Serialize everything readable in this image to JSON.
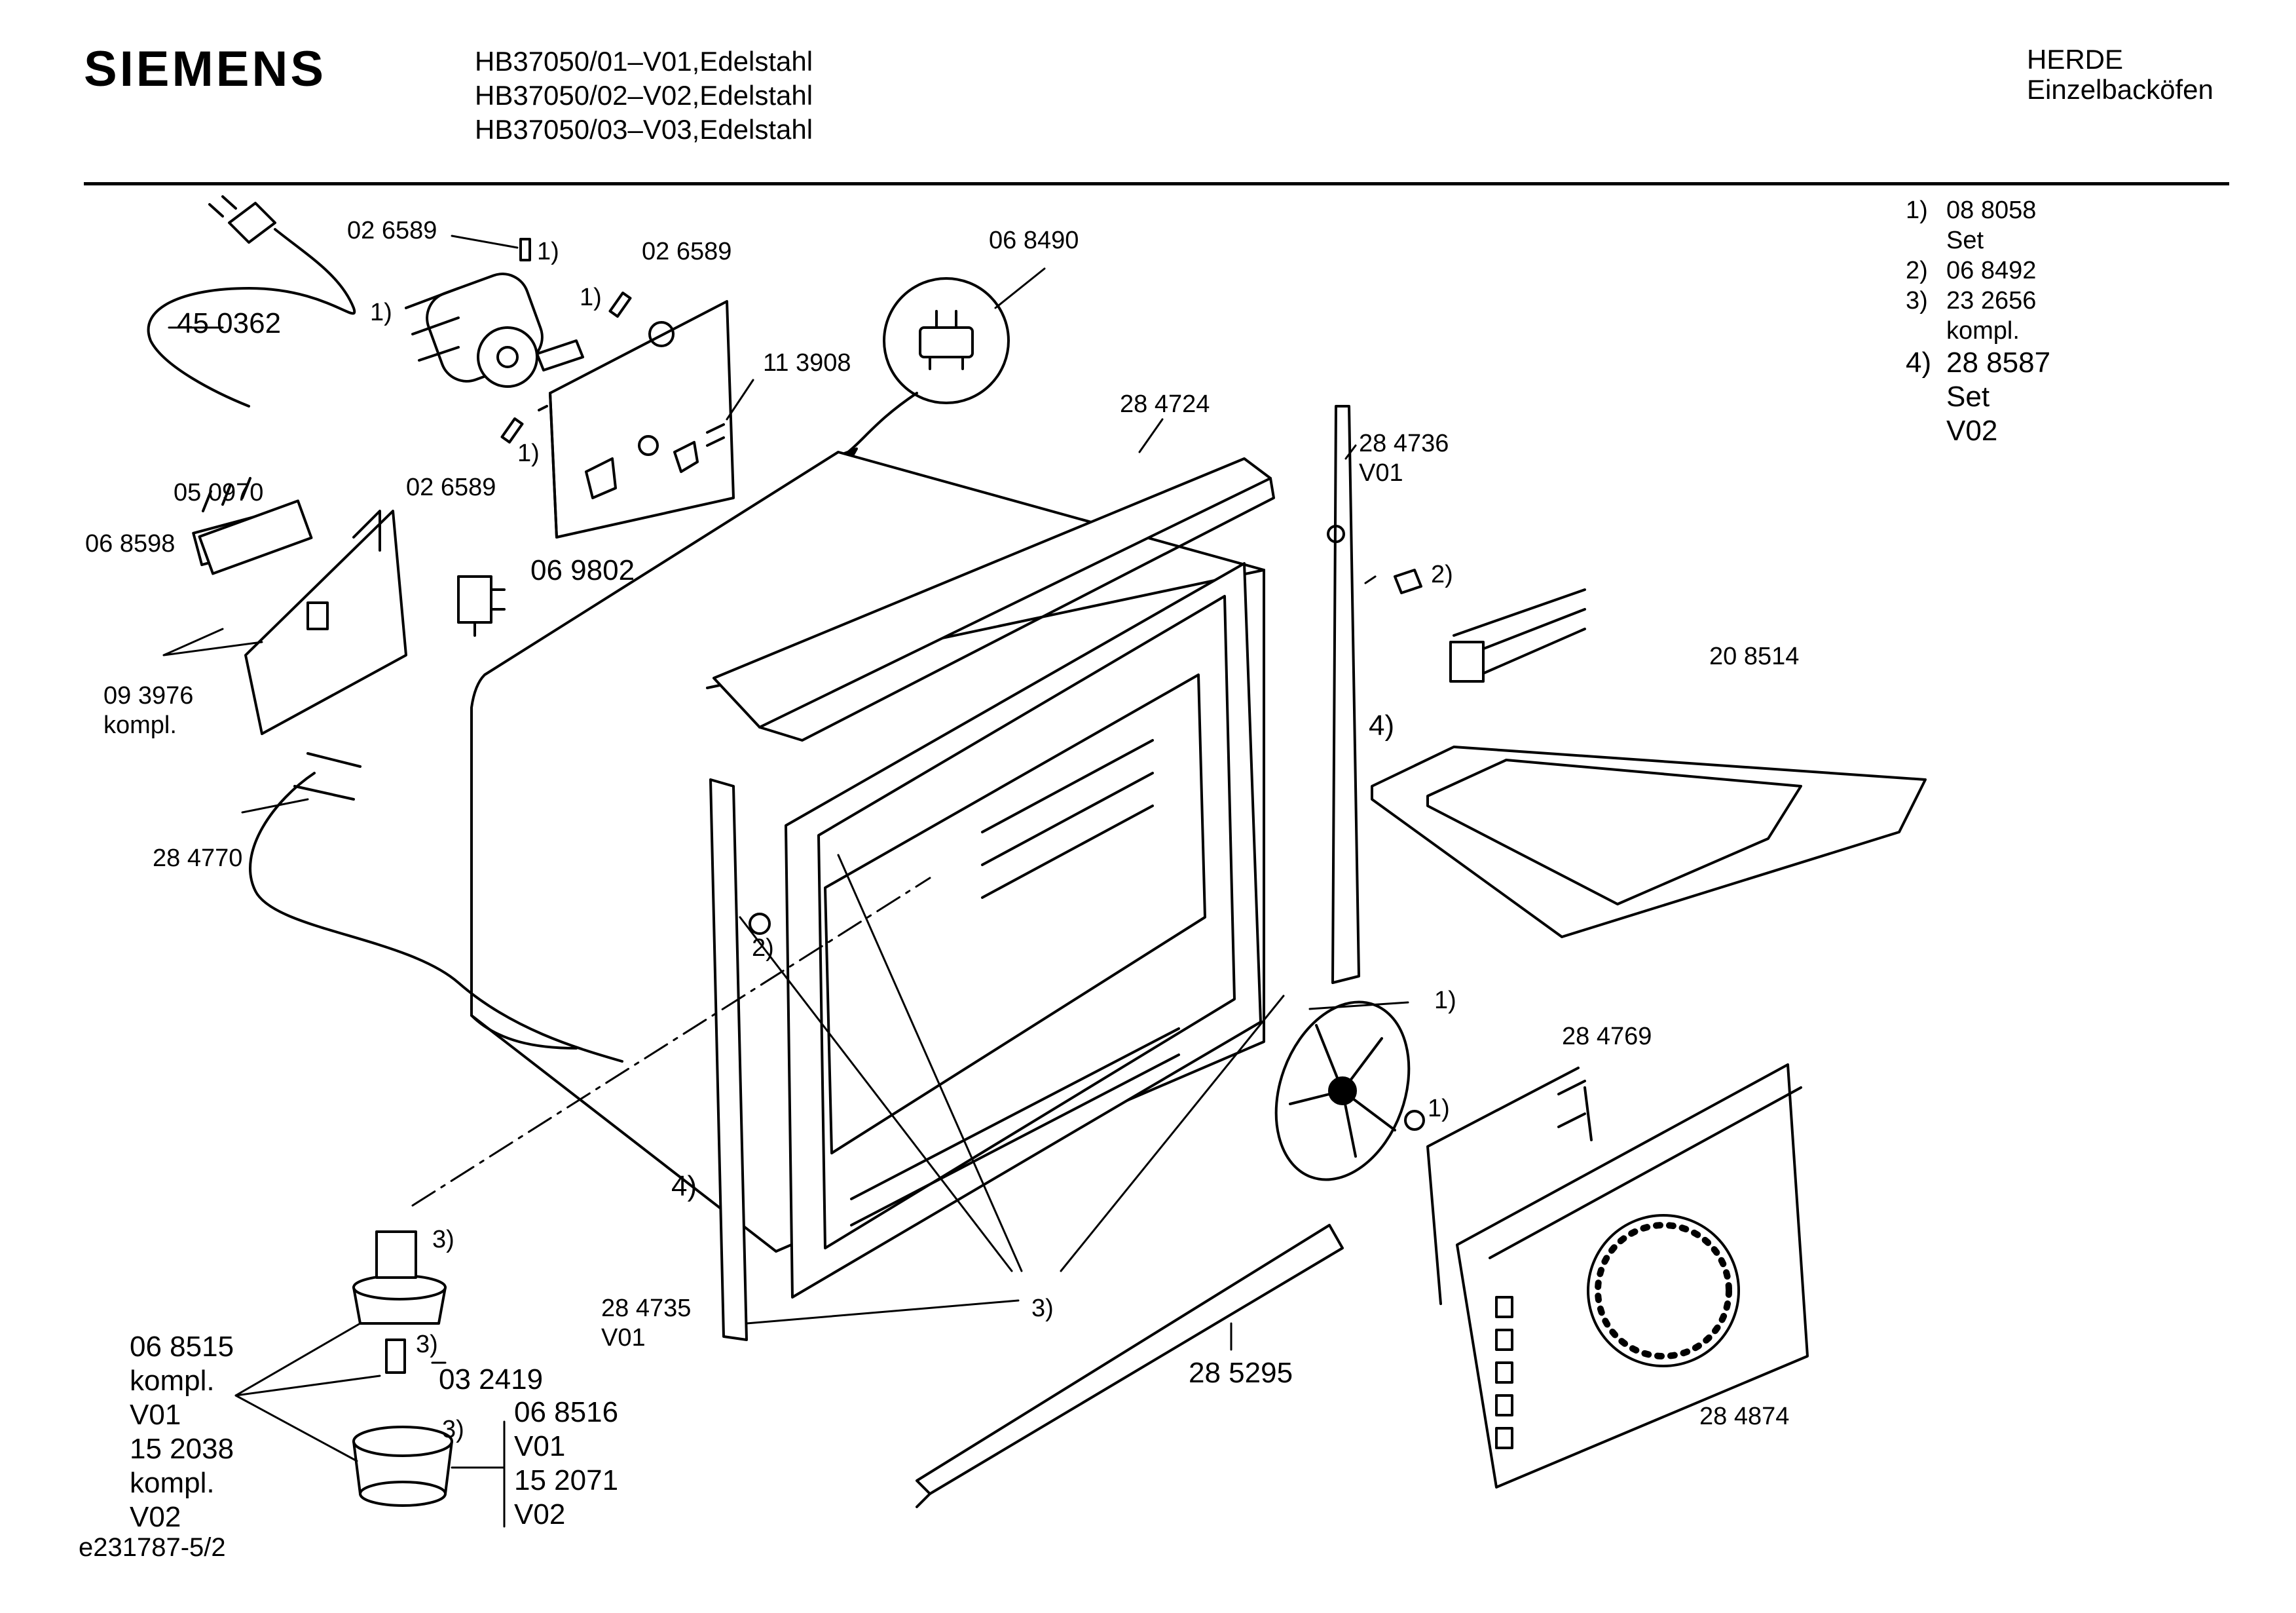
{
  "header": {
    "brand": "SIEMENS",
    "models": [
      "HB37050/01–V01,Edelstahl",
      "HB37050/02–V02,Edelstahl",
      "HB37050/03–V03,Edelstahl"
    ],
    "category": [
      "HERDE",
      "Einzelbacköfen"
    ]
  },
  "notes": [
    {
      "key": "1)",
      "lines": [
        "08 8058",
        "Set"
      ]
    },
    {
      "key": "2)",
      "lines": [
        "06 8492"
      ]
    },
    {
      "key": "3)",
      "lines": [
        "23 2656",
        "kompl."
      ]
    },
    {
      "key": "4)",
      "lines": [
        "28 8587",
        "Set",
        "V02"
      ]
    }
  ],
  "labels": {
    "p_026589_a": "02 6589",
    "p_026589_b": "02 6589",
    "p_026589_c": "02 6589",
    "m1_a": "1)",
    "m1_b": "1)",
    "m1_c": "1)",
    "m1_d": "1)",
    "m1_e": "1)",
    "m1_f": "1)",
    "p_450362": "45 0362",
    "p_113908": "11 3908",
    "p_068490": "06 8490",
    "p_284724": "28 4724",
    "p_284736": "28 4736",
    "v01_a": "V01",
    "m2_a": "2)",
    "m2_b": "2)",
    "p_050970": "05 0970",
    "p_068598": "06 8598",
    "p_069802": "06 9802",
    "p_093976": "09 3976",
    "kompl_a": "kompl.",
    "p_208514": "20 8514",
    "m4_a": "4)",
    "m4_b": "4)",
    "p_284770": "28 4770",
    "p_284769": "28 4769",
    "m3_a": "3)",
    "m3_b": "3)",
    "m3_c": "3)",
    "m3_d": "3)",
    "p_284735": "28 4735",
    "v01_b": "V01",
    "p_285295": "28 5295",
    "p_284874": "28 4874",
    "p_032419": "03 2419"
  },
  "knob_left": [
    "06 8515",
    "kompl.",
    "V01",
    "15 2038",
    "kompl.",
    "V02"
  ],
  "knob_right": [
    "06 8516",
    "V01",
    "15 2071",
    "V02"
  ],
  "footer": "e231787-5/2"
}
